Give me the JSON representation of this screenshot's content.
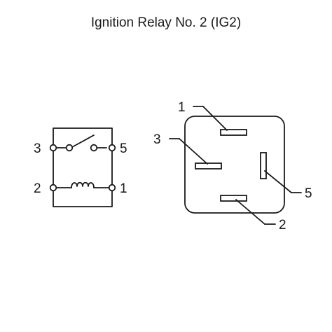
{
  "title": "Ignition Relay No. 2 (IG2)",
  "schematic": {
    "terminals": {
      "t3": "3",
      "t5": "5",
      "t2": "2",
      "t1": "1"
    }
  },
  "connector": {
    "terminals": {
      "t1": "1",
      "t3": "3",
      "t5": "5",
      "t2": "2"
    }
  }
}
